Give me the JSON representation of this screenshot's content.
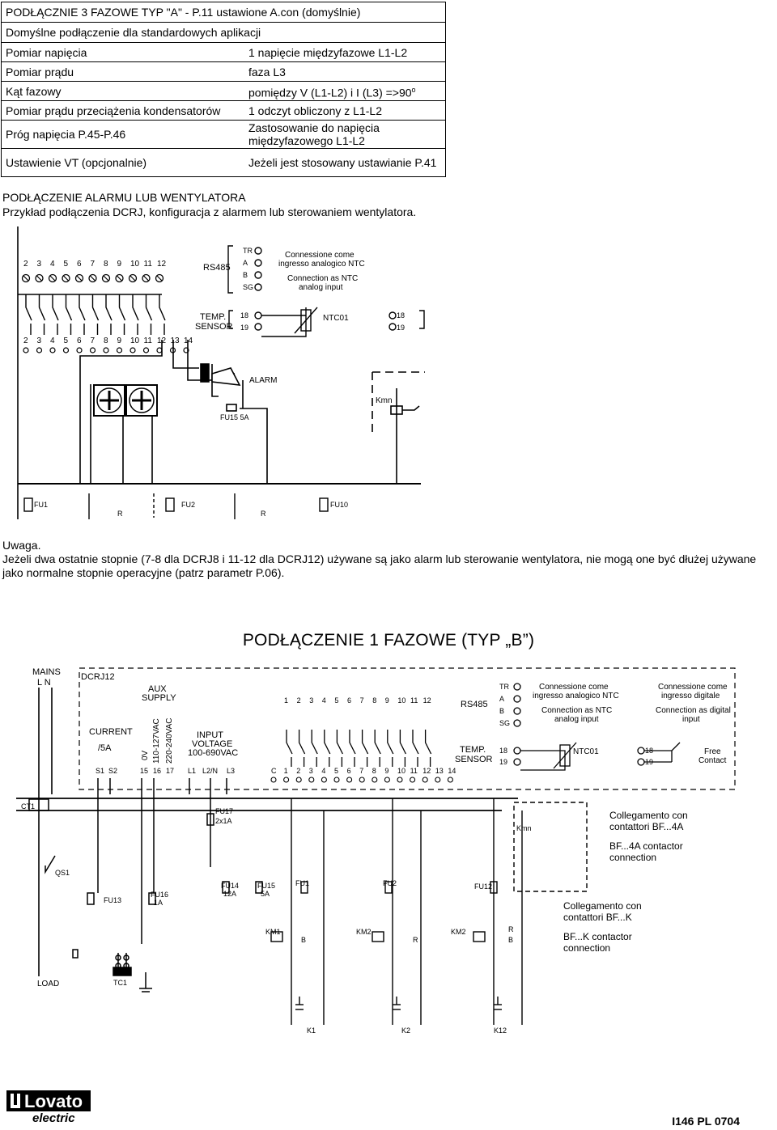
{
  "table": {
    "title": "PODŁĄCZNIE 3 FAZOWE TYP \"A\" - P.11 ustawione A.con (domyślnie)",
    "subtitle": "Domyślne podłączenie dla standardowych aplikacji",
    "rows": [
      {
        "label": "Pomiar napięcia",
        "value": "1 napięcie międzyfazowe L1-L2"
      },
      {
        "label": "Pomiar prądu",
        "value": "faza L3"
      },
      {
        "label": "Kąt fazowy",
        "value": "pomiędzy V (L1-L2) i I (L3) =>90",
        "sup": "o"
      },
      {
        "label": "Pomiar prądu przeciążenia kondensatorów",
        "value": "1 odczyt obliczony z L1-L2"
      },
      {
        "label": "Próg napięcia P.45-P.46",
        "value": "Zastosowanie do napięcia międzyfazowego L1-L2"
      },
      {
        "label": "Ustawienie VT (opcjonalnie)",
        "value": "Jeżeli jest stosowany ustawianie P.41"
      }
    ]
  },
  "alarm_section": {
    "heading": "PODŁĄCZENIE ALARMU LUB WENTYLATORA",
    "description": "Przykład podłączenia DCRJ, konfiguracja z alarmem lub sterowaniem wentylatora."
  },
  "diagram1": {
    "terminals_top": [
      "2",
      "3",
      "4",
      "5",
      "6",
      "7",
      "8",
      "9",
      "10",
      "11",
      "12"
    ],
    "terminals_bottom": [
      "2",
      "3",
      "4",
      "5",
      "6",
      "7",
      "8",
      "9",
      "10",
      "11",
      "12",
      "13",
      "14"
    ],
    "rs485_label": "RS485",
    "rs485_pins": [
      "TR",
      "A",
      "B",
      "SG"
    ],
    "ntc_note_it_1": "Connessione come",
    "ntc_note_it_2": "ingresso analogico NTC",
    "ntc_note_en_1": "Connection as NTC",
    "ntc_note_en_2": "analog input",
    "temp_label_1": "TEMP.",
    "temp_label_2": "SENSOR",
    "temp_pins": [
      "18",
      "19"
    ],
    "ntc_label": "NTC01",
    "alarm_label": "ALARM",
    "kmn_label": "Kmn",
    "fuse_label": "FU15 5A",
    "fu1": "FU1",
    "fu2": "FU2",
    "fu10": "FU10",
    "r_label": "R"
  },
  "note": {
    "title": "Uwaga.",
    "text": "Jeżeli dwa ostatnie stopnie (7-8 dla DCRJ8 i 11-12 dla DCRJ12) używane są jako alarm lub sterowanie wentylatora, nie mogą one być dłużej używane jako normalne stopnie operacyjne (patrz parametr P.06)."
  },
  "section2": {
    "heading": "PODŁĄCZENIE 1 FAZOWE (TYP „B”)"
  },
  "diagram2": {
    "mains_1": "MAINS",
    "mains_2": "L   N",
    "device": "DCRJ12",
    "aux_1": "AUX",
    "aux_2": "SUPPLY",
    "aux_v1": "0V",
    "aux_v2": "110-127VAC",
    "aux_v3": "220-240VAC",
    "current_1": "CURRENT",
    "current_2": "/5A",
    "input_1": "INPUT",
    "input_2": "VOLTAGE",
    "input_3": "100-690VAC",
    "term_s": [
      "S1",
      "S2"
    ],
    "term_aux": [
      "15",
      "16",
      "17"
    ],
    "term_in": [
      "L1",
      "L2/N",
      "L3"
    ],
    "term_out": [
      "C",
      "1",
      "2",
      "3",
      "4",
      "5",
      "6",
      "7",
      "8",
      "9",
      "10",
      "11",
      "12",
      "13",
      "14"
    ],
    "term_out_top": [
      "1",
      "2",
      "3",
      "4",
      "5",
      "6",
      "7",
      "8",
      "9",
      "10",
      "11",
      "12"
    ],
    "rs485_label": "RS485",
    "rs485_pins": [
      "TR",
      "A",
      "B",
      "SG"
    ],
    "ntc_it_1": "Connessione come",
    "ntc_it_2": "ingresso analogico NTC",
    "ntc_en_1": "Connection as NTC",
    "ntc_en_2": "analog input",
    "dig_it_1": "Connessione come",
    "dig_it_2": "ingresso digitale",
    "dig_en_1": "Connection as digital",
    "dig_en_2": "input",
    "temp_1": "TEMP.",
    "temp_2": "SENSOR",
    "temp_pins": [
      "18",
      "19"
    ],
    "ntc_label": "NTC01",
    "free_1": "Free",
    "free_2": "Contact",
    "ct1": "CT1",
    "qs1": "QS1",
    "fu13": "FU13",
    "fu16_1": "FU16",
    "fu16_2": "1A",
    "fu17_1": "FU17",
    "fu17_2": "2x1A",
    "fu14_1": "FU14",
    "fu14_2": "12A",
    "fu15_1": "FU15",
    "fu15_2": "5A",
    "fu1": "FU1",
    "fu2": "FU2",
    "fu12": "FU12",
    "kmn": "Kmn",
    "km1": "KM1",
    "km2": "KM2",
    "r": "R",
    "b": "B",
    "load": "LOAD",
    "tc1": "TC1",
    "k1": "K1",
    "k2": "K2",
    "k12": "K12",
    "bf4a_it_1": "Collegamento con",
    "bf4a_it_2": "contattori BF...4A",
    "bf4a_en_1": "BF...4A contactor",
    "bf4a_en_2": "connection",
    "bfk_it_1": "Collegamento con",
    "bfk_it_2": "contattori BF...K",
    "bfk_en_1": "BF...K contactor",
    "bfk_en_2": "connection"
  },
  "footer": {
    "logo_1": "Lovato",
    "logo_2": "electric",
    "doc_number": "I146 PL 0704"
  }
}
